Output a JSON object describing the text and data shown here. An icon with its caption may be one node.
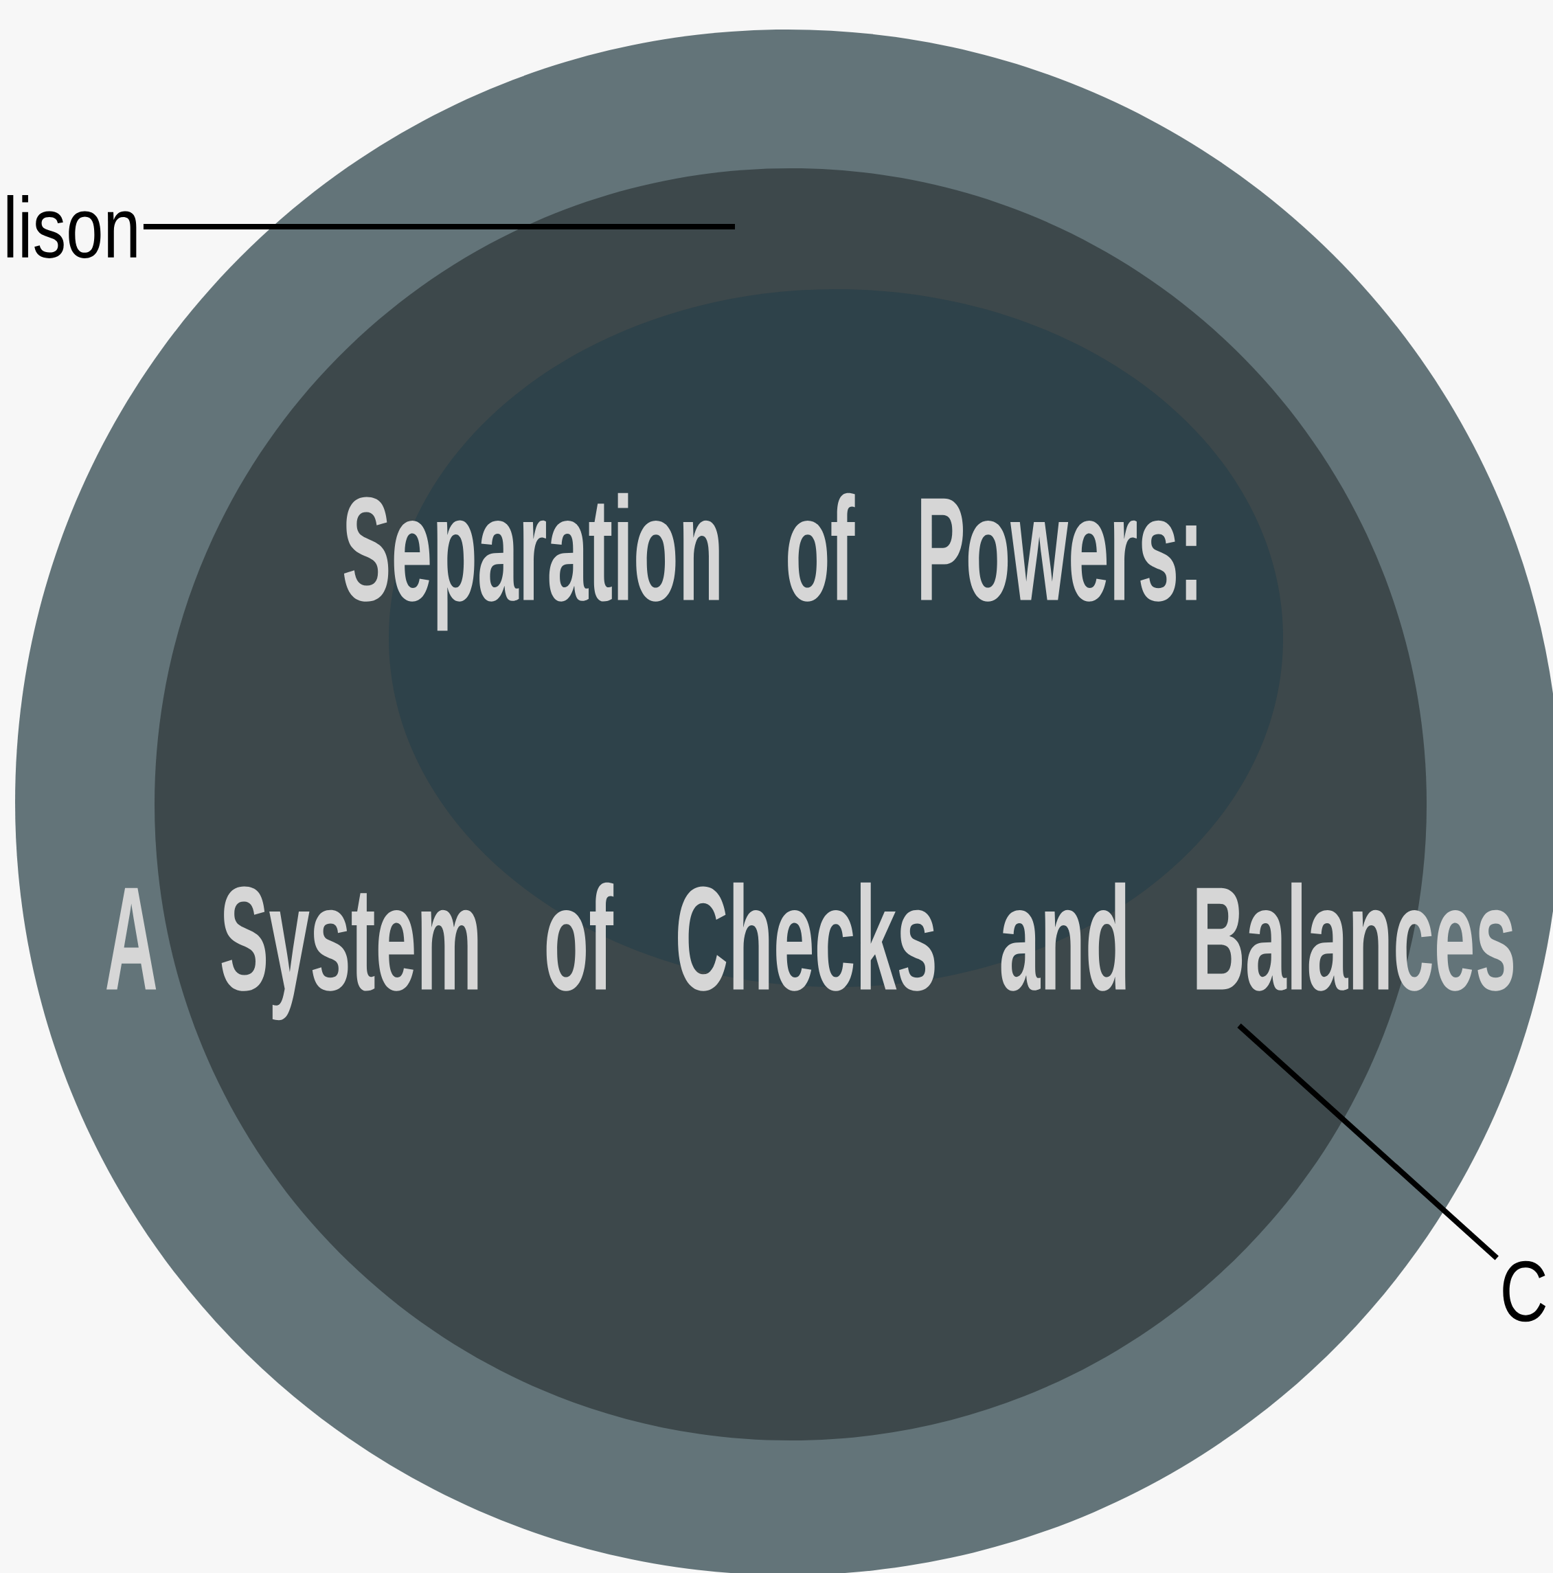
{
  "diagram": {
    "title": "Separation of Powers:",
    "nodes": [
      {
        "text": [
          "lison"
        ]
      },
      {
        "text": [],
        "shape": "circle"
      },
      {
        "text": [],
        "shape": "circle",
        "in": 1
      },
      {
        "text": [],
        "shape": "ellipse",
        "in": 2
      },
      {
        "text": [
          "C"
        ]
      }
    ],
    "edges": [
      {
        "from": 0,
        "to": 2,
        "arrow": "none"
      },
      {
        "from": 4,
        "to": 2,
        "arrow": "none"
      }
    ],
    "labels": [
      "A System of Checks and Balances"
    ]
  }
}
